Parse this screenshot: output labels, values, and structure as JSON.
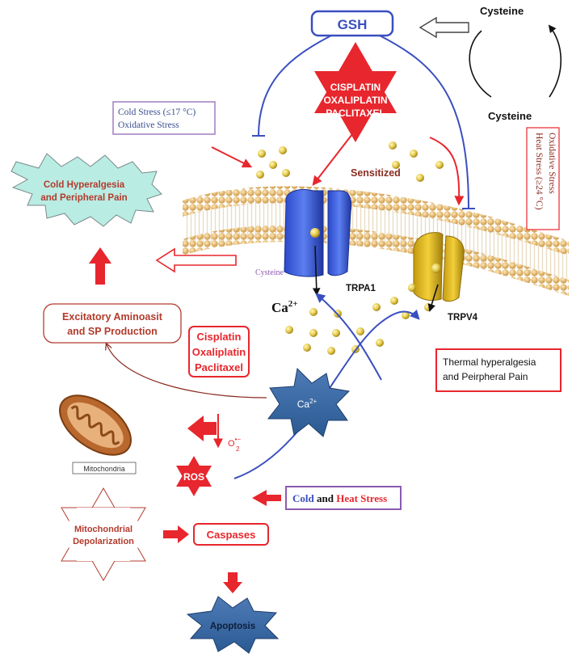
{
  "gsh": "GSH",
  "cysteine_top": "Cysteine",
  "cysteine_bottom": "Cysteine",
  "drugs_star": [
    "CISPLATIN",
    "OXALIPLATIN",
    "PACLITAXEL"
  ],
  "cold_stress_box": [
    "Cold Stress (≤17 °C)",
    "Oxidative Stress"
  ],
  "heat_stress_box": [
    "Heat Stress (≥24 °C)",
    "Oxidative Stress"
  ],
  "sensitized": "Sensitized",
  "cold_hyperalgesia": [
    "Cold Hyperalgesia",
    "and Peripheral Pain"
  ],
  "cysteine_label": "Cysteine",
  "trpa1": "TRPA1",
  "trpv4": "TRPV4",
  "ca_ion": {
    "base": "Ca",
    "sup": "2+"
  },
  "excitatory_box": [
    "Excitatory Aminoasit",
    "and SP Production"
  ],
  "drugs_box": [
    "Cisplatin",
    "Oxaliplatin",
    "Paclitaxel"
  ],
  "thermal_box": [
    "Thermal hyperalgesia",
    "and Peirpheral Pain"
  ],
  "ca_star": {
    "base": "Ca",
    "sup": "2+"
  },
  "mitochondria": "Mitochondria",
  "superoxide": {
    "base": "O",
    "sup": "•−",
    "sub": "2"
  },
  "ros": "ROS",
  "cold_heat_box": {
    "cold": "Cold",
    "and": " and ",
    "heat": "Heat",
    "stress": " Stress"
  },
  "mito_depol": [
    "Mitochondrial",
    "Depolarization"
  ],
  "caspases": "Caspases",
  "apoptosis": "Apoptosis",
  "colors": {
    "red": "#e8262d",
    "blue": "#3a4fbf",
    "brown": "#8b2c20",
    "purple": "#8a5ab0"
  }
}
